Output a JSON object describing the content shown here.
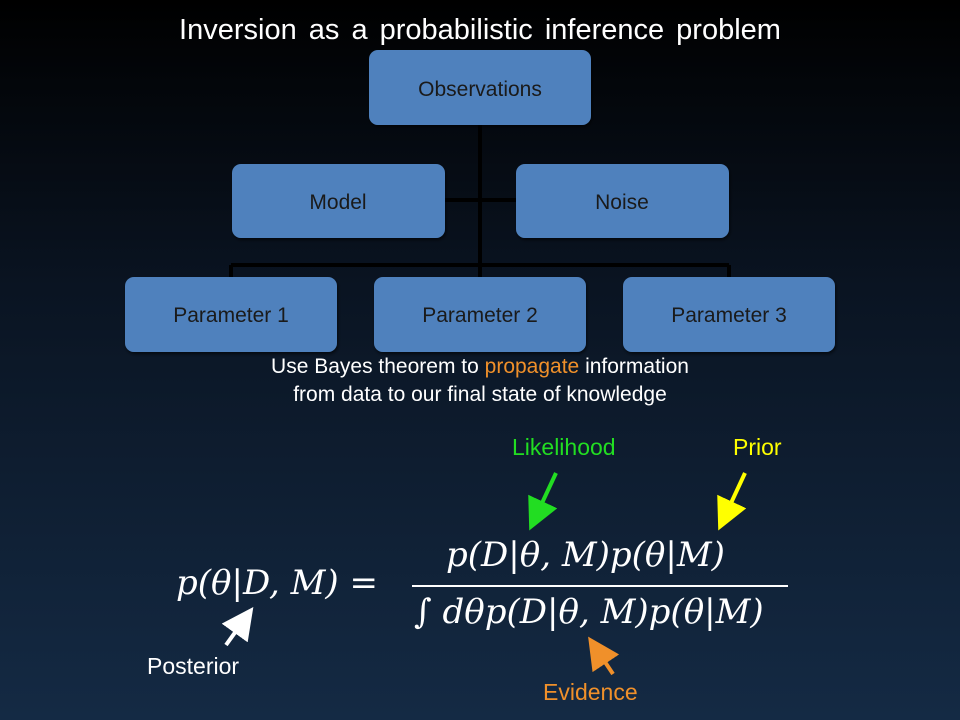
{
  "title": "Inversion as a probabilistic inference problem",
  "tree": {
    "root": "Observations",
    "level2": [
      "Model",
      "Noise"
    ],
    "level3": [
      "Parameter 1",
      "Parameter 2",
      "Parameter 3"
    ]
  },
  "caption": {
    "line1_before": "Use Bayes theorem to ",
    "line1_accent": "propagate",
    "line1_after": " information",
    "line2": "from data to our final state of knowledge"
  },
  "labels": {
    "likelihood": "Likelihood",
    "prior": "Prior",
    "posterior": "Posterior",
    "evidence": "Evidence"
  },
  "formula": {
    "lhs": "p(θ|D, M) =",
    "numerator": "p(D|θ, M)p(θ|M)",
    "denominator": "∫ dθp(D|θ, M)p(θ|M)"
  },
  "colors": {
    "node_fill": "#4f81bd",
    "likelihood": "#22dd22",
    "prior": "#ffff00",
    "evidence": "#f0902a",
    "accent": "#f0902a"
  }
}
